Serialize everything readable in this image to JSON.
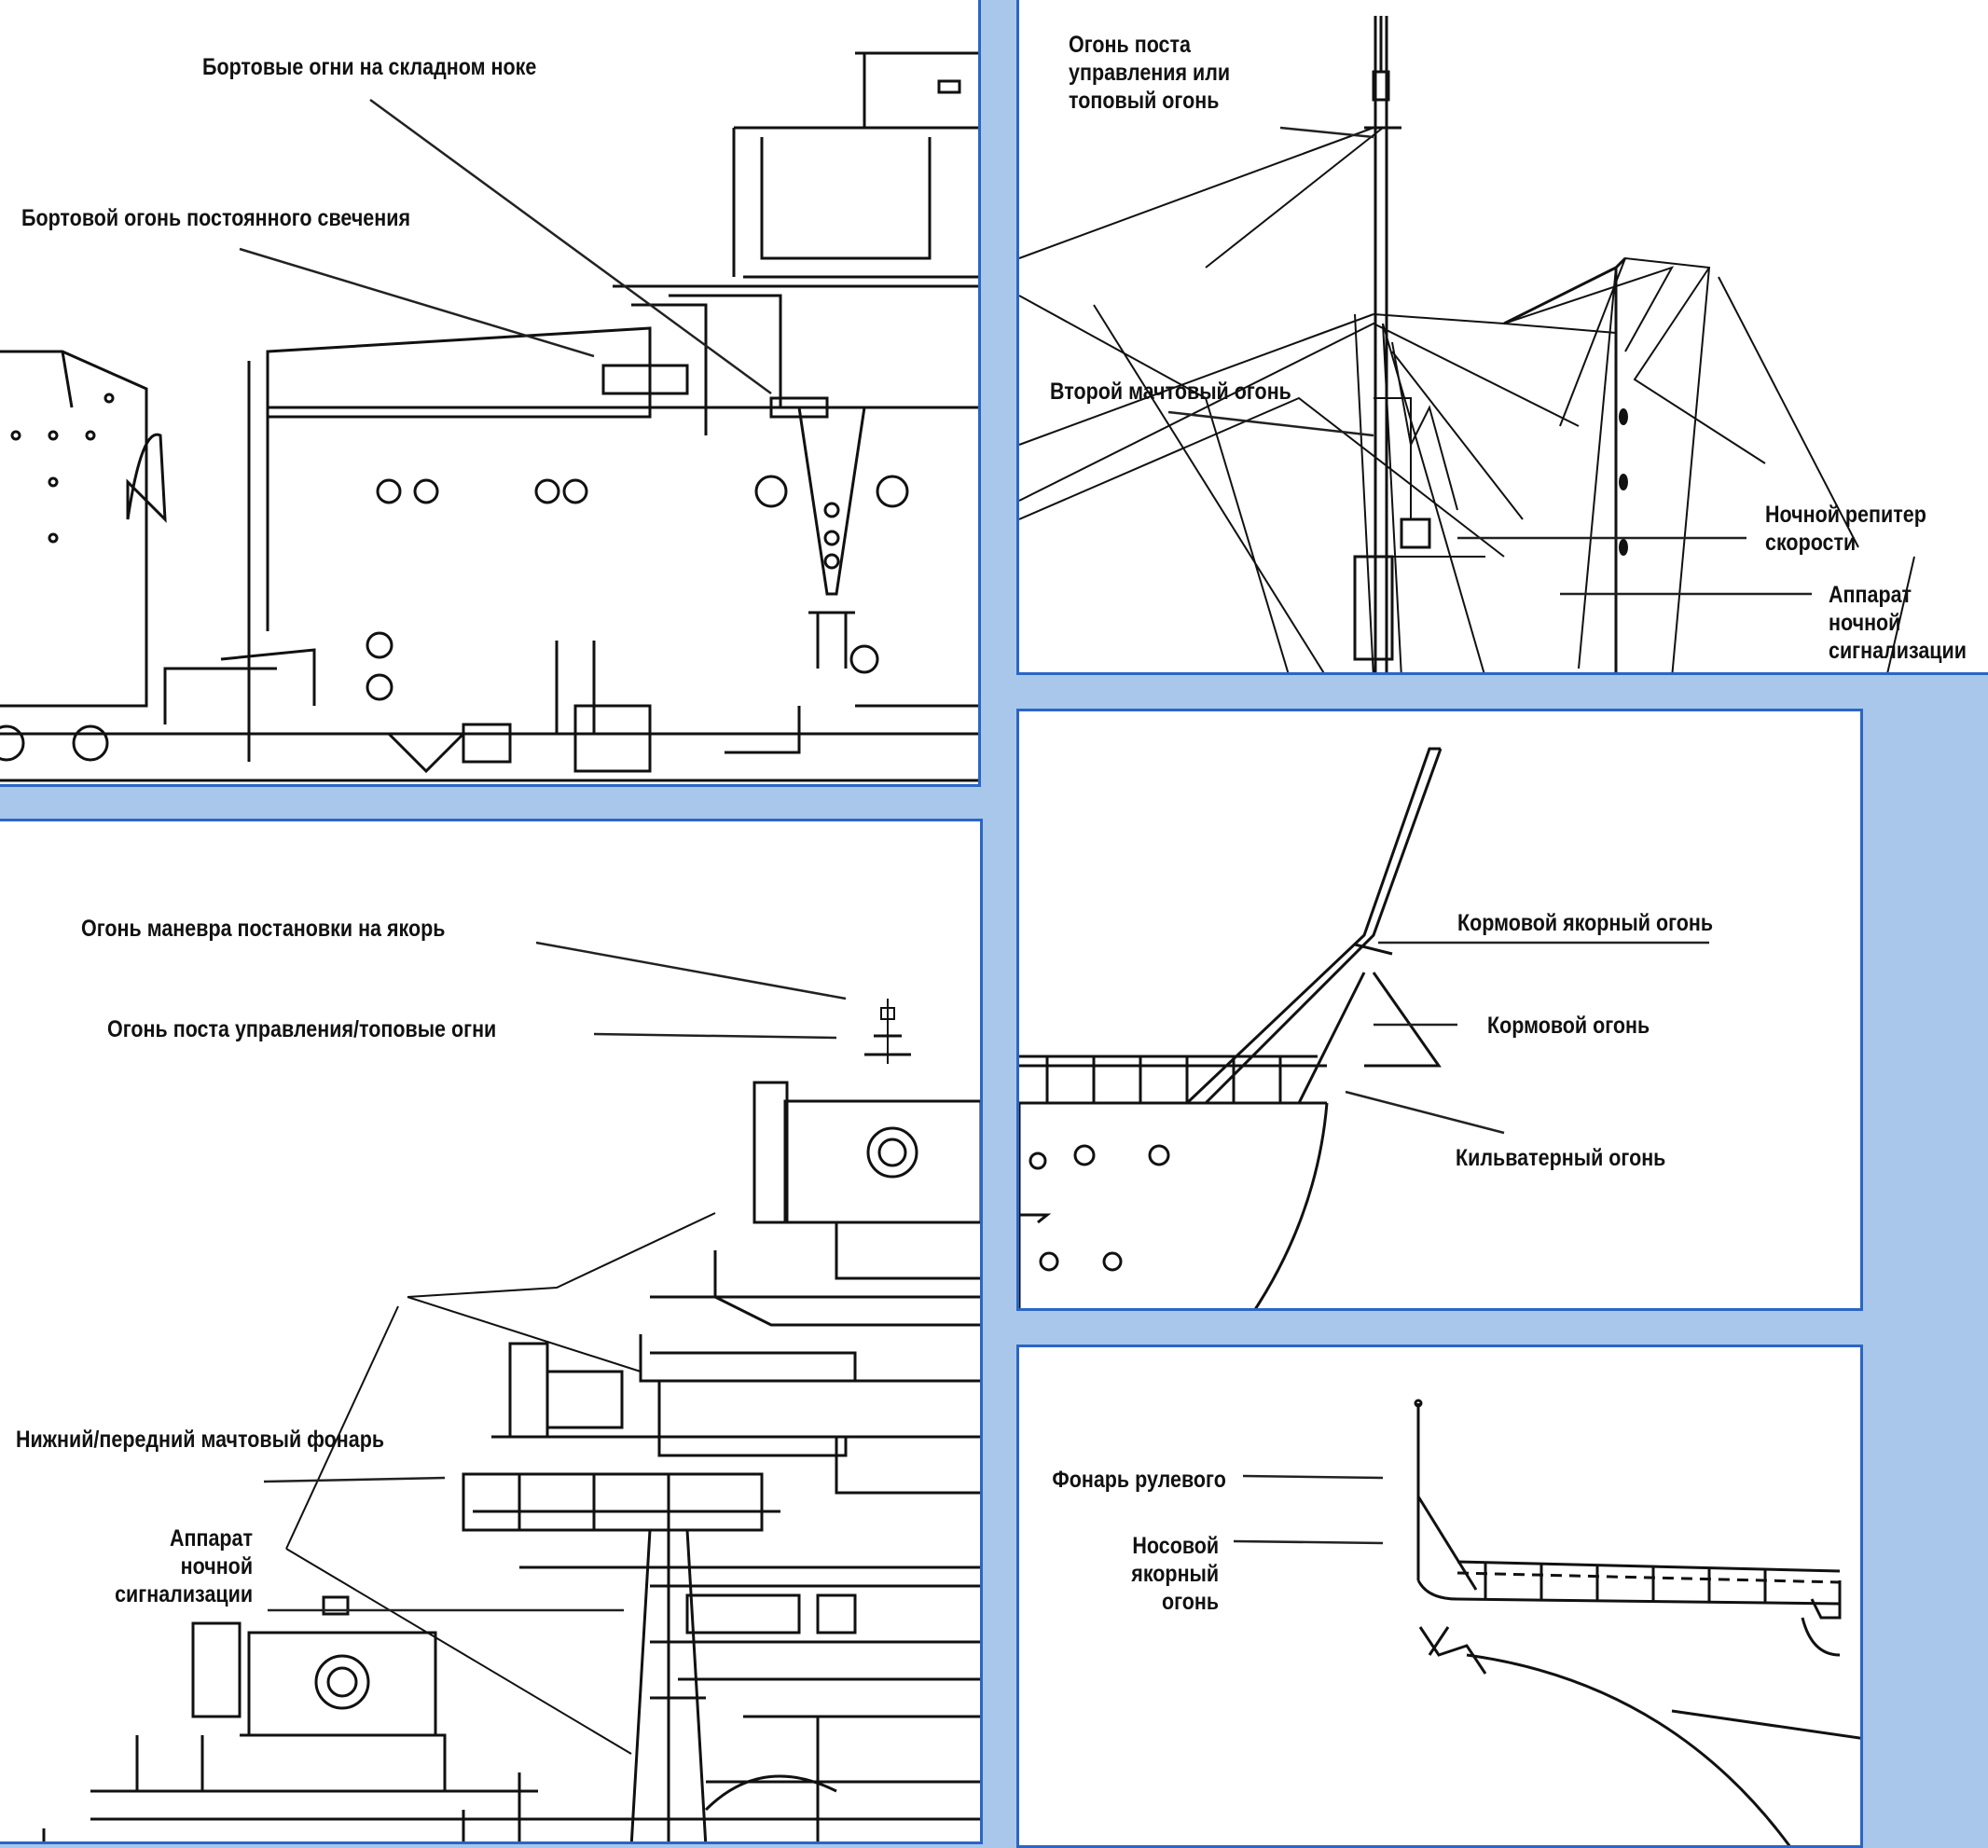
{
  "colors": {
    "background": "#a9c7ea",
    "panel_border": "#2a66c4",
    "drawing_ink": "#111111",
    "panel_fill": "#ffffff"
  },
  "panels": {
    "top_left": {
      "labels": {
        "folding_wing_lights": "Бортовые огни на складном ноке",
        "steady_side_light": "Бортовой огонь постоянного свечения"
      }
    },
    "top_right": {
      "labels": {
        "control_post_light": "Огонь поста\nуправления или\nтоповый огонь",
        "second_mast_light": "Второй мачтовый огонь",
        "speed_repeater": "Ночной репитер\nскорости",
        "night_signal_device": "Аппарат\nночной\nсигнализации"
      }
    },
    "bottom_left": {
      "labels": {
        "anchoring_maneuver_light": "Огонь маневра постановки на якорь",
        "control_post_masthead": "Огонь поста управления/топовые огни",
        "lower_forward_mast_lamp": "Нижний/передний мачтовый фонарь",
        "night_signal_device": "Аппарат\nночной\nсигнализации"
      }
    },
    "middle_right": {
      "labels": {
        "stern_anchor_light": "Кормовой якорный огонь",
        "stern_light": "Кормовой огонь",
        "wake_light": "Кильватерный огонь"
      }
    },
    "bottom_right": {
      "labels": {
        "helmsman_lamp": "Фонарь рулевого",
        "bow_anchor_light": "Носовой\nякорный\nогонь"
      }
    }
  }
}
